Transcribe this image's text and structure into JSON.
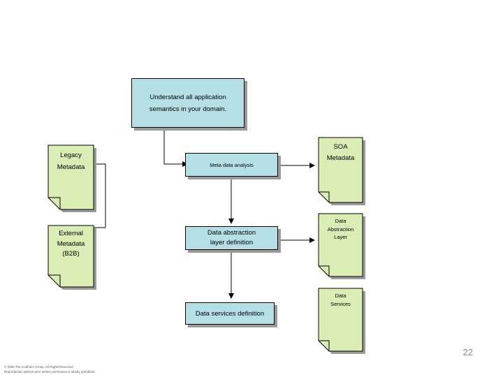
{
  "top_box": "Understand all application\nsemantics in your domain.",
  "legacy_doc": "Legacy\nMetadata",
  "external_doc": "External\nMetadata\n(B2B)",
  "step1": "Meta data analysis",
  "step2": "Data abstraction\nlayer definition",
  "step3": "Data services definition",
  "soa_doc": "SOA\nMetadata",
  "dal_doc": "Data\nAbstraction\nLayer",
  "ds_doc": "Data\nServices",
  "page_number": "22",
  "footer_line1": "© 2006 The Lindholm Group. All Rights Reserved.",
  "footer_line2": "Reproduction without prior written permission is strictly prohibited.",
  "colors": {
    "process_fill": "#b3dfe5",
    "document_fill": "#d9edb5",
    "shadow": "#9a9a9a"
  }
}
